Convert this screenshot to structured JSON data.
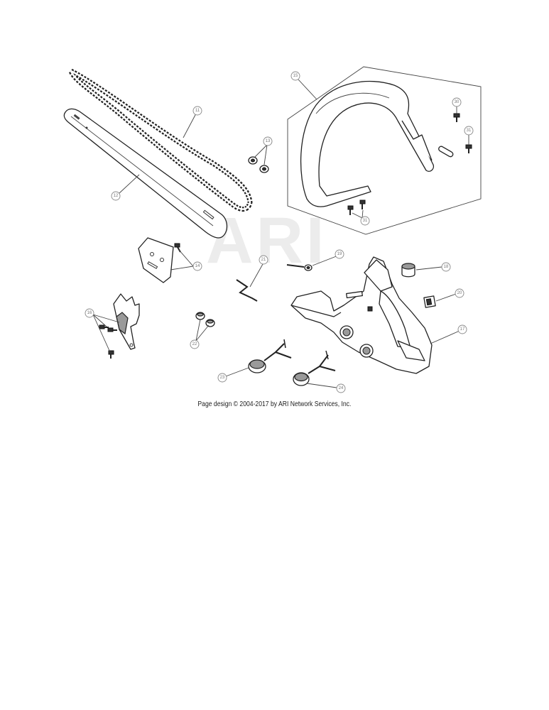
{
  "watermark": "ARI",
  "footer": {
    "credit": "Page design © 2004-2017 by ARI Network Services, Inc."
  },
  "callouts": {
    "chain": "11",
    "bar": "12",
    "washers": "13",
    "handle": "15",
    "screw_30": "30",
    "screw_31_right": "31",
    "screw_31_bottom": "31",
    "bar_plate": "14",
    "spring": "21",
    "pin": "19",
    "bumper": "18",
    "clip": "20",
    "housing": "17",
    "dog_screws": "16",
    "nuts": "22",
    "oil_cap": "23",
    "fuel_cap": "24"
  }
}
